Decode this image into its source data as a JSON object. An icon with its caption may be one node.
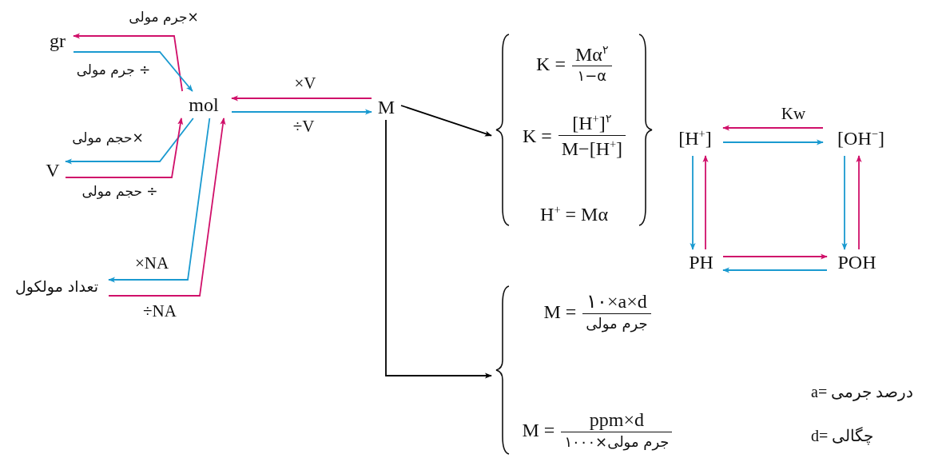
{
  "diagram": {
    "nodes": [
      {
        "text": [
          "gr"
        ]
      },
      {
        "text": [
          "mol"
        ]
      },
      {
        "text": [
          "V"
        ]
      },
      {
        "text": [
          "تعداد مولکول"
        ]
      },
      {
        "text": [
          "M"
        ]
      },
      {
        "text": [
          "K =",
          "Mα$^{۲}$",
          "۱−α",
          "K =",
          "[H$^{+}$]$^{۲}$",
          "M−[H$^{+}$]",
          "H$^{+}$ = Mα"
        ]
      },
      {
        "text": [
          "[H$^{+}$]"
        ]
      },
      {
        "text": [
          "[OH$^{−}$]"
        ]
      },
      {
        "text": [
          "PH"
        ]
      },
      {
        "text": [
          "POH"
        ]
      },
      {
        "text": [
          "M =",
          "۱۰×a×d",
          "جرم مولی",
          "M =",
          "ppm×d",
          "جرم مولی×۱۰۰۰"
        ]
      }
    ],
    "edges": [
      {
        "from": 1,
        "to": 0,
        "arrow": "to",
        "label": "×جرم مولی",
        "color": "#d0106a"
      },
      {
        "from": 0,
        "to": 1,
        "arrow": "to",
        "label": "÷ جرم مولی",
        "color": "#1a9ad0"
      },
      {
        "from": 1,
        "to": 2,
        "arrow": "to",
        "label": "×حجم مولی",
        "color": "#1a9ad0"
      },
      {
        "from": 2,
        "to": 1,
        "arrow": "to",
        "label": "÷ حجم مولی",
        "color": "#d0106a"
      },
      {
        "from": 1,
        "to": 3,
        "arrow": "to",
        "label": "×NA",
        "color": "#1a9ad0"
      },
      {
        "from": 3,
        "to": 1,
        "arrow": "to",
        "label": "÷NA",
        "color": "#d0106a"
      },
      {
        "from": 4,
        "to": 1,
        "arrow": "to",
        "label": "×V",
        "color": "#d0106a"
      },
      {
        "from": 1,
        "to": 4,
        "arrow": "to",
        "label": "÷V",
        "color": "#1a9ad0"
      },
      {
        "from": 4,
        "to": 5,
        "arrow": "to",
        "color": "#000000"
      },
      {
        "from": 4,
        "to": 10,
        "arrow": "to",
        "color": "#000000"
      },
      {
        "from": 7,
        "to": 6,
        "arrow": "to",
        "label": "Kw",
        "color": "#d0106a"
      },
      {
        "from": 6,
        "to": 7,
        "arrow": "to",
        "color": "#1a9ad0"
      },
      {
        "from": 6,
        "to": 8,
        "arrow": "to",
        "color": "#1a9ad0"
      },
      {
        "from": 8,
        "to": 6,
        "arrow": "to",
        "color": "#d0106a"
      },
      {
        "from": 7,
        "to": 9,
        "arrow": "to",
        "color": "#1a9ad0"
      },
      {
        "from": 9,
        "to": 7,
        "arrow": "to",
        "color": "#d0106a"
      },
      {
        "from": 8,
        "to": 9,
        "arrow": "to",
        "color": "#d0106a"
      },
      {
        "from": 9,
        "to": 8,
        "arrow": "to",
        "color": "#1a9ad0"
      }
    ],
    "labels": [
      "a= درصد جرمی",
      "d= چگالی"
    ]
  }
}
